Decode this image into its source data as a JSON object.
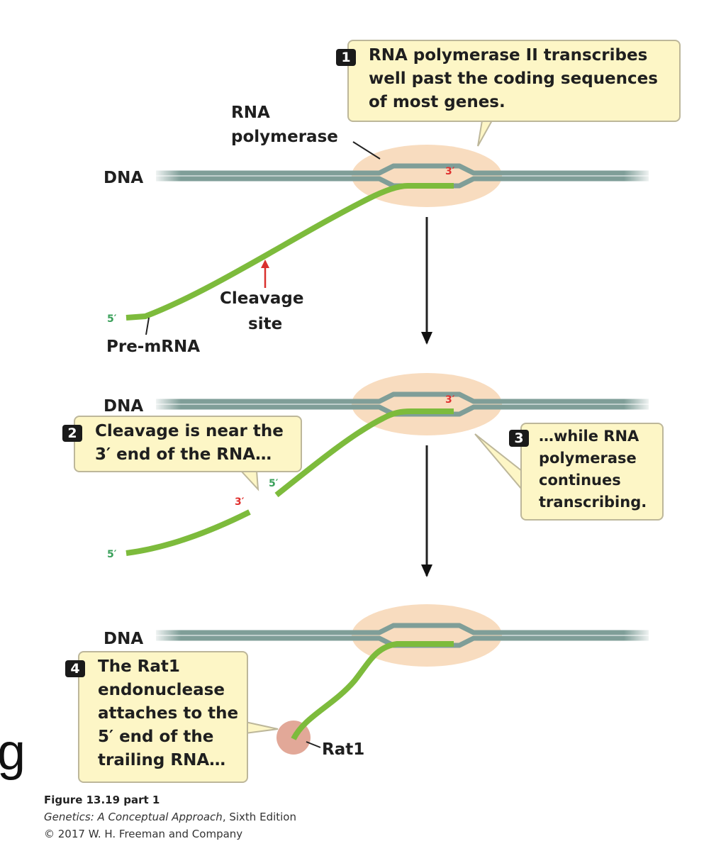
{
  "colors": {
    "dna": "#7f9e98",
    "dna_center": "#c7d2c4",
    "polymerase": "#f8dcbf",
    "rna": "#7dbb3c",
    "rat1": "#e2a898",
    "callout_bg": "#fdf6c6",
    "arrow_cleavage": "#d9302e"
  },
  "labels": {
    "rna_polymerase": [
      "RNA",
      "polymerase"
    ],
    "dna": "DNA",
    "cleavage_site": [
      "Cleavage",
      "site"
    ],
    "pre_mrna": "Pre-mRNA",
    "rat1": "Rat1",
    "three_prime": "3′",
    "five_prime": "5′"
  },
  "callouts": [
    {
      "number": "1",
      "lines": [
        "RNA polymerase II transcribes",
        "well past the coding sequences",
        "of most genes."
      ]
    },
    {
      "number": "2",
      "lines": [
        "Cleavage is near the",
        "3′ end of the RNA…"
      ]
    },
    {
      "number": "3",
      "lines": [
        "…while RNA",
        "polymerase",
        "continues",
        "transcribing."
      ]
    },
    {
      "number": "4",
      "lines": [
        "The Rat1",
        "endonuclease",
        "attaches to the",
        "5′ end of the",
        "trailing RNA…"
      ]
    }
  ],
  "caption": {
    "figure": "Figure 13.19 part 1",
    "book_title": "Genetics: A Conceptual Approach",
    "edition": ", Sixth Edition",
    "copyright": "© 2017 W. H. Freeman and Company"
  },
  "stray_text": "g"
}
